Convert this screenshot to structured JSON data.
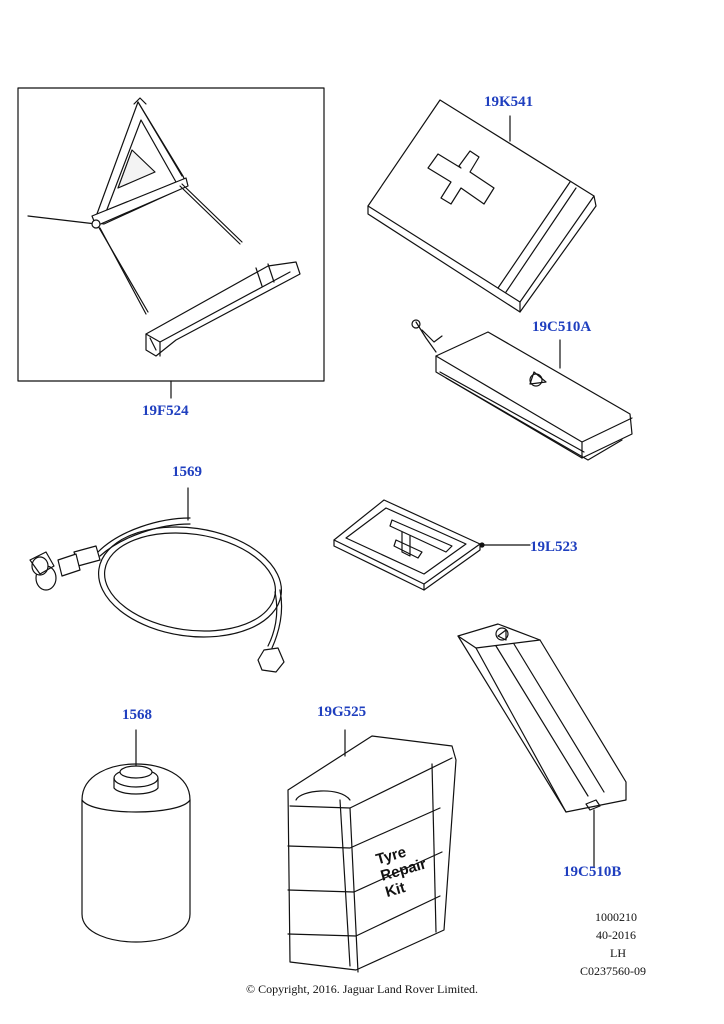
{
  "callouts": {
    "triangle_kit": "19F524",
    "first_aid": "19K541",
    "bag_a": "19C510A",
    "hose": "1569",
    "tool_tray": "19L523",
    "bottle": "1568",
    "repair_kit": "19G525",
    "bag_b": "19C510B"
  },
  "kit_label": {
    "line1": "Tyre",
    "line2": "Repair",
    "line3": "Kit"
  },
  "ref": {
    "line1": "1000210",
    "line2": "40-2016",
    "line3": "LH",
    "line4": "C0237560-09"
  },
  "copyright": "© Copyright, 2016. Jaguar Land Rover Limited.",
  "colors": {
    "callout": "#1f3fbf",
    "line": "#111111"
  }
}
